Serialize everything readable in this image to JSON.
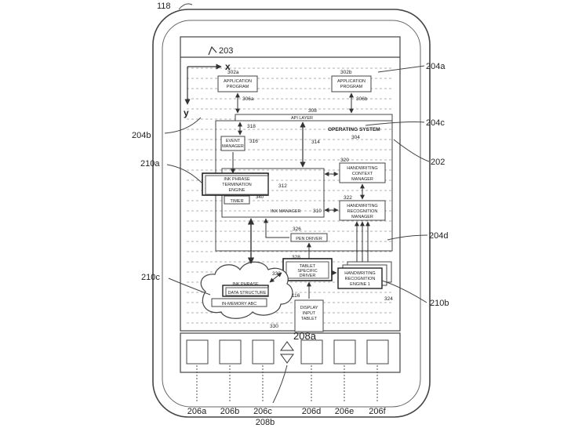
{
  "figure": {
    "device_ref": "118",
    "axes": {
      "ref": "203",
      "x": "x",
      "y": "y"
    },
    "ref_204a": "204a",
    "ref_204b": "204b",
    "ref_204c": "204c",
    "ref_204d": "204d",
    "ref_202": "202",
    "ref_210a": "210a",
    "ref_210b": "210b",
    "ref_210c": "210c",
    "app1": {
      "label1": "APPLICATION",
      "label2": "PROGRAM",
      "ref": "302a",
      "arrow_ref": "306a"
    },
    "app2": {
      "label1": "APPLICATION",
      "label2": "PROGRAM",
      "ref": "302b",
      "arrow_ref": "306b"
    },
    "api": {
      "label": "API LAYER",
      "ref": "308"
    },
    "os": {
      "label": "OPERATING SYSTEM",
      "ref": "304"
    },
    "ref_318": "318",
    "ref_314": "314",
    "event_manager": {
      "label1": "EVENT",
      "label2": "MANAGER",
      "ref": "316"
    },
    "hw_context": {
      "label1": "HANDWRITING",
      "label2": "CONTEXT",
      "label3": "MANAGER",
      "ref": "320"
    },
    "ink_phrase_engine": {
      "label1": "INK PHRASE",
      "label2": "TERMINATION",
      "label3": "ENGINE",
      "ref": "312"
    },
    "timer": {
      "label": "TIMER",
      "ref": "340"
    },
    "ink_manager": {
      "label": "INK MANAGER",
      "ref": "310"
    },
    "hw_recognition": {
      "label1": "HANDWRITING",
      "label2": "RECOGNITION",
      "label3": "MANAGER",
      "ref": "322"
    },
    "pen_driver": {
      "label": "PEN DRIVER",
      "ref": "326"
    },
    "tablet_driver": {
      "label1": "TABLET",
      "label2": "SPECIFIC",
      "label3": "DRIVER",
      "ref": "328"
    },
    "hw_engine": {
      "label1": "HANDWRITING",
      "label2": "RECOGNITION",
      "label3": "ENGINE 1",
      "ref": "324"
    },
    "cloud": {
      "label1": "INK PHRASE",
      "label2": "DATA STRUCTURE",
      "label3": "IN-MEMORY ABC",
      "ref": "330",
      "ref_332": "332"
    },
    "display": {
      "ref": "116",
      "label1": "DISPLAY",
      "label2": "INPUT",
      "label3": "TABLET"
    },
    "ref_208a": "208a",
    "ref_208b": "208b",
    "buttons": [
      "206a",
      "206b",
      "206c",
      "206d",
      "206e",
      "206f"
    ]
  }
}
